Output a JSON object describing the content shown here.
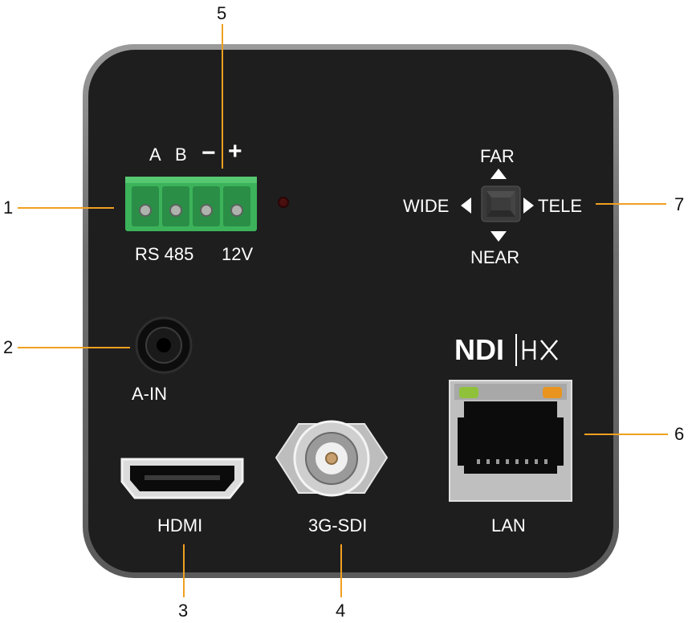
{
  "callouts": {
    "c1": "1",
    "c2": "2",
    "c3": "3",
    "c4": "4",
    "c5": "5",
    "c6": "6",
    "c7": "7"
  },
  "terminal": {
    "top_a": "A",
    "top_b": "B",
    "top_minus": "−",
    "top_plus": "+",
    "bottom_rs485": "RS 485",
    "bottom_12v": "12V"
  },
  "audio": {
    "label": "A-IN"
  },
  "hdmi": {
    "label": "HDMI"
  },
  "sdi": {
    "label": "3G-SDI"
  },
  "lan": {
    "label": "LAN"
  },
  "ndi_logo": {
    "text": "NDI|HX"
  },
  "joystick": {
    "far": "FAR",
    "near": "NEAR",
    "wide": "WIDE",
    "tele": "TELE"
  },
  "colors": {
    "leader": "#f0a020",
    "terminal_green": "#3cb35a",
    "panel": "#1e1e1f",
    "led_green": "#8fc23a",
    "led_orange": "#e8941e"
  }
}
